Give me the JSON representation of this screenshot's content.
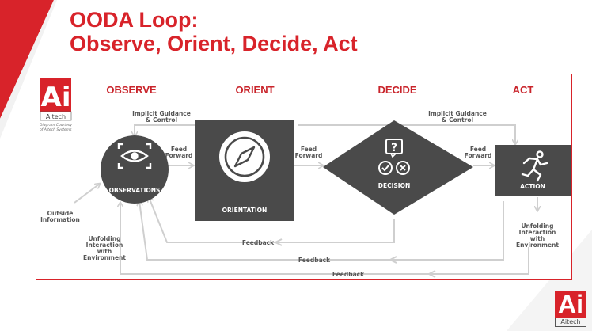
{
  "slide": {
    "title_line1": "OODA Loop:",
    "title_line2": "Observe, Orient, Decide, Act"
  },
  "diagram": {
    "logo": {
      "mark": "Ai",
      "name": "Aitech",
      "courtesy_line1": "Diagram Courtesy",
      "courtesy_line2": "of Aitech Systems"
    },
    "headers": {
      "observe": "OBSERVE",
      "orient": "ORIENT",
      "decide": "DECIDE",
      "act": "ACT"
    },
    "nodes": {
      "observations": "OBSERVATIONS",
      "orientation": "ORIENTATION",
      "decision": "DECISION",
      "action": "ACTION"
    },
    "labels": {
      "implicit_left_1": "Implicit Guidance",
      "implicit_left_2": "& Control",
      "implicit_right_1": "Implicit Guidance",
      "implicit_right_2": "& Control",
      "feed_forward_1a": "Feed",
      "feed_forward_1b": "Forward",
      "feed_forward_2a": "Feed",
      "feed_forward_2b": "Forward",
      "feed_forward_3a": "Feed",
      "feed_forward_3b": "Forward",
      "outside_1": "Outside",
      "outside_2": "Information",
      "unfolding_left_1": "Unfolding",
      "unfolding_left_2": "Interaction",
      "unfolding_left_3": "with",
      "unfolding_left_4": "Environment",
      "unfolding_right_1": "Unfolding",
      "unfolding_right_2": "Interaction",
      "unfolding_right_3": "with",
      "unfolding_right_4": "Environment",
      "feedback_1": "Feedback",
      "feedback_2": "Feedback",
      "feedback_3": "Feedback"
    }
  },
  "corner_logo": {
    "mark": "Ai",
    "name": "Aitech"
  },
  "colors": {
    "brand_red": "#d8232a",
    "node_gray": "#4a4a4a",
    "arrow_gray": "#cfcfcf"
  }
}
